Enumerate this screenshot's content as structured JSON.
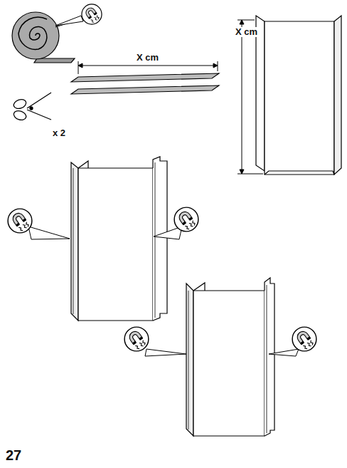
{
  "diagram": {
    "labels": [
      "X cm",
      "X cm",
      "x 2",
      "27"
    ]
  }
}
